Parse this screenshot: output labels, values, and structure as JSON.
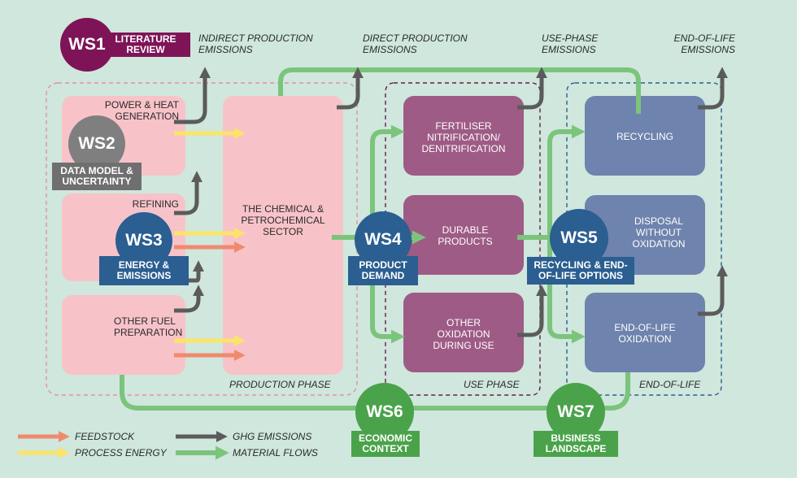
{
  "emissions_headers": {
    "indirect": "INDIRECT PRODUCTION EMISSIONS",
    "direct": "DIRECT PRODUCTION EMISSIONS",
    "use_phase": "USE-PHASE EMISSIONS",
    "end_of_life": "END-OF-LIFE EMISSIONS"
  },
  "phases": {
    "production": "PRODUCTION PHASE",
    "use": "USE PHASE",
    "end_of_life": "END-OF-LIFE"
  },
  "boxes": {
    "power_heat": "POWER & HEAT GENERATION",
    "refining": "REFINING",
    "other_fuel": "OTHER FUEL PREPARATION",
    "chemical_sector": "THE CHEMICAL & PETROCHEMICAL SECTOR",
    "fertiliser": "FERTILISER NITRIFICATION/ DENITRIFICATION",
    "durable": "DURABLE PRODUCTS",
    "other_oxidation": "OTHER OXIDATION DURING USE",
    "recycling": "RECYCLING",
    "disposal": "DISPOSAL WITHOUT OXIDATION",
    "eol_oxidation": "END-OF-LIFE OXIDATION"
  },
  "workstreams": {
    "ws1": {
      "id": "WS1",
      "label": "LITERATURE REVIEW"
    },
    "ws2": {
      "id": "WS2",
      "label": "DATA MODEL & UNCERTAINTY"
    },
    "ws3": {
      "id": "WS3",
      "label": "ENERGY & EMISSIONS"
    },
    "ws4": {
      "id": "WS4",
      "label": "PRODUCT DEMAND"
    },
    "ws5": {
      "id": "WS5",
      "label": "RECYCLING & END-OF-LIFE OPTIONS"
    },
    "ws6": {
      "id": "WS6",
      "label": "ECONOMIC CONTEXT"
    },
    "ws7": {
      "id": "WS7",
      "label": "BUSINESS LANDSCAPE"
    }
  },
  "legend": {
    "feedstock": "FEEDSTOCK",
    "process_energy": "PROCESS ENERGY",
    "ghg": "GHG EMISSIONS",
    "material": "MATERIAL FLOWS"
  },
  "colors": {
    "background": "#cfe7dc",
    "production_box": "#f7c3c9",
    "use_box": "#9e5b85",
    "eol_box": "#6e83ad",
    "material_flow": "#7bc47c",
    "feedstock": "#f08a6e",
    "process_energy": "#fbe467",
    "ghg": "#5b5b5b",
    "ws1": "#7e1457",
    "ws2": "#7f7f7f",
    "ws3_ws4_ws5": "#2b5e91",
    "ws6_ws7": "#4aa34a"
  }
}
